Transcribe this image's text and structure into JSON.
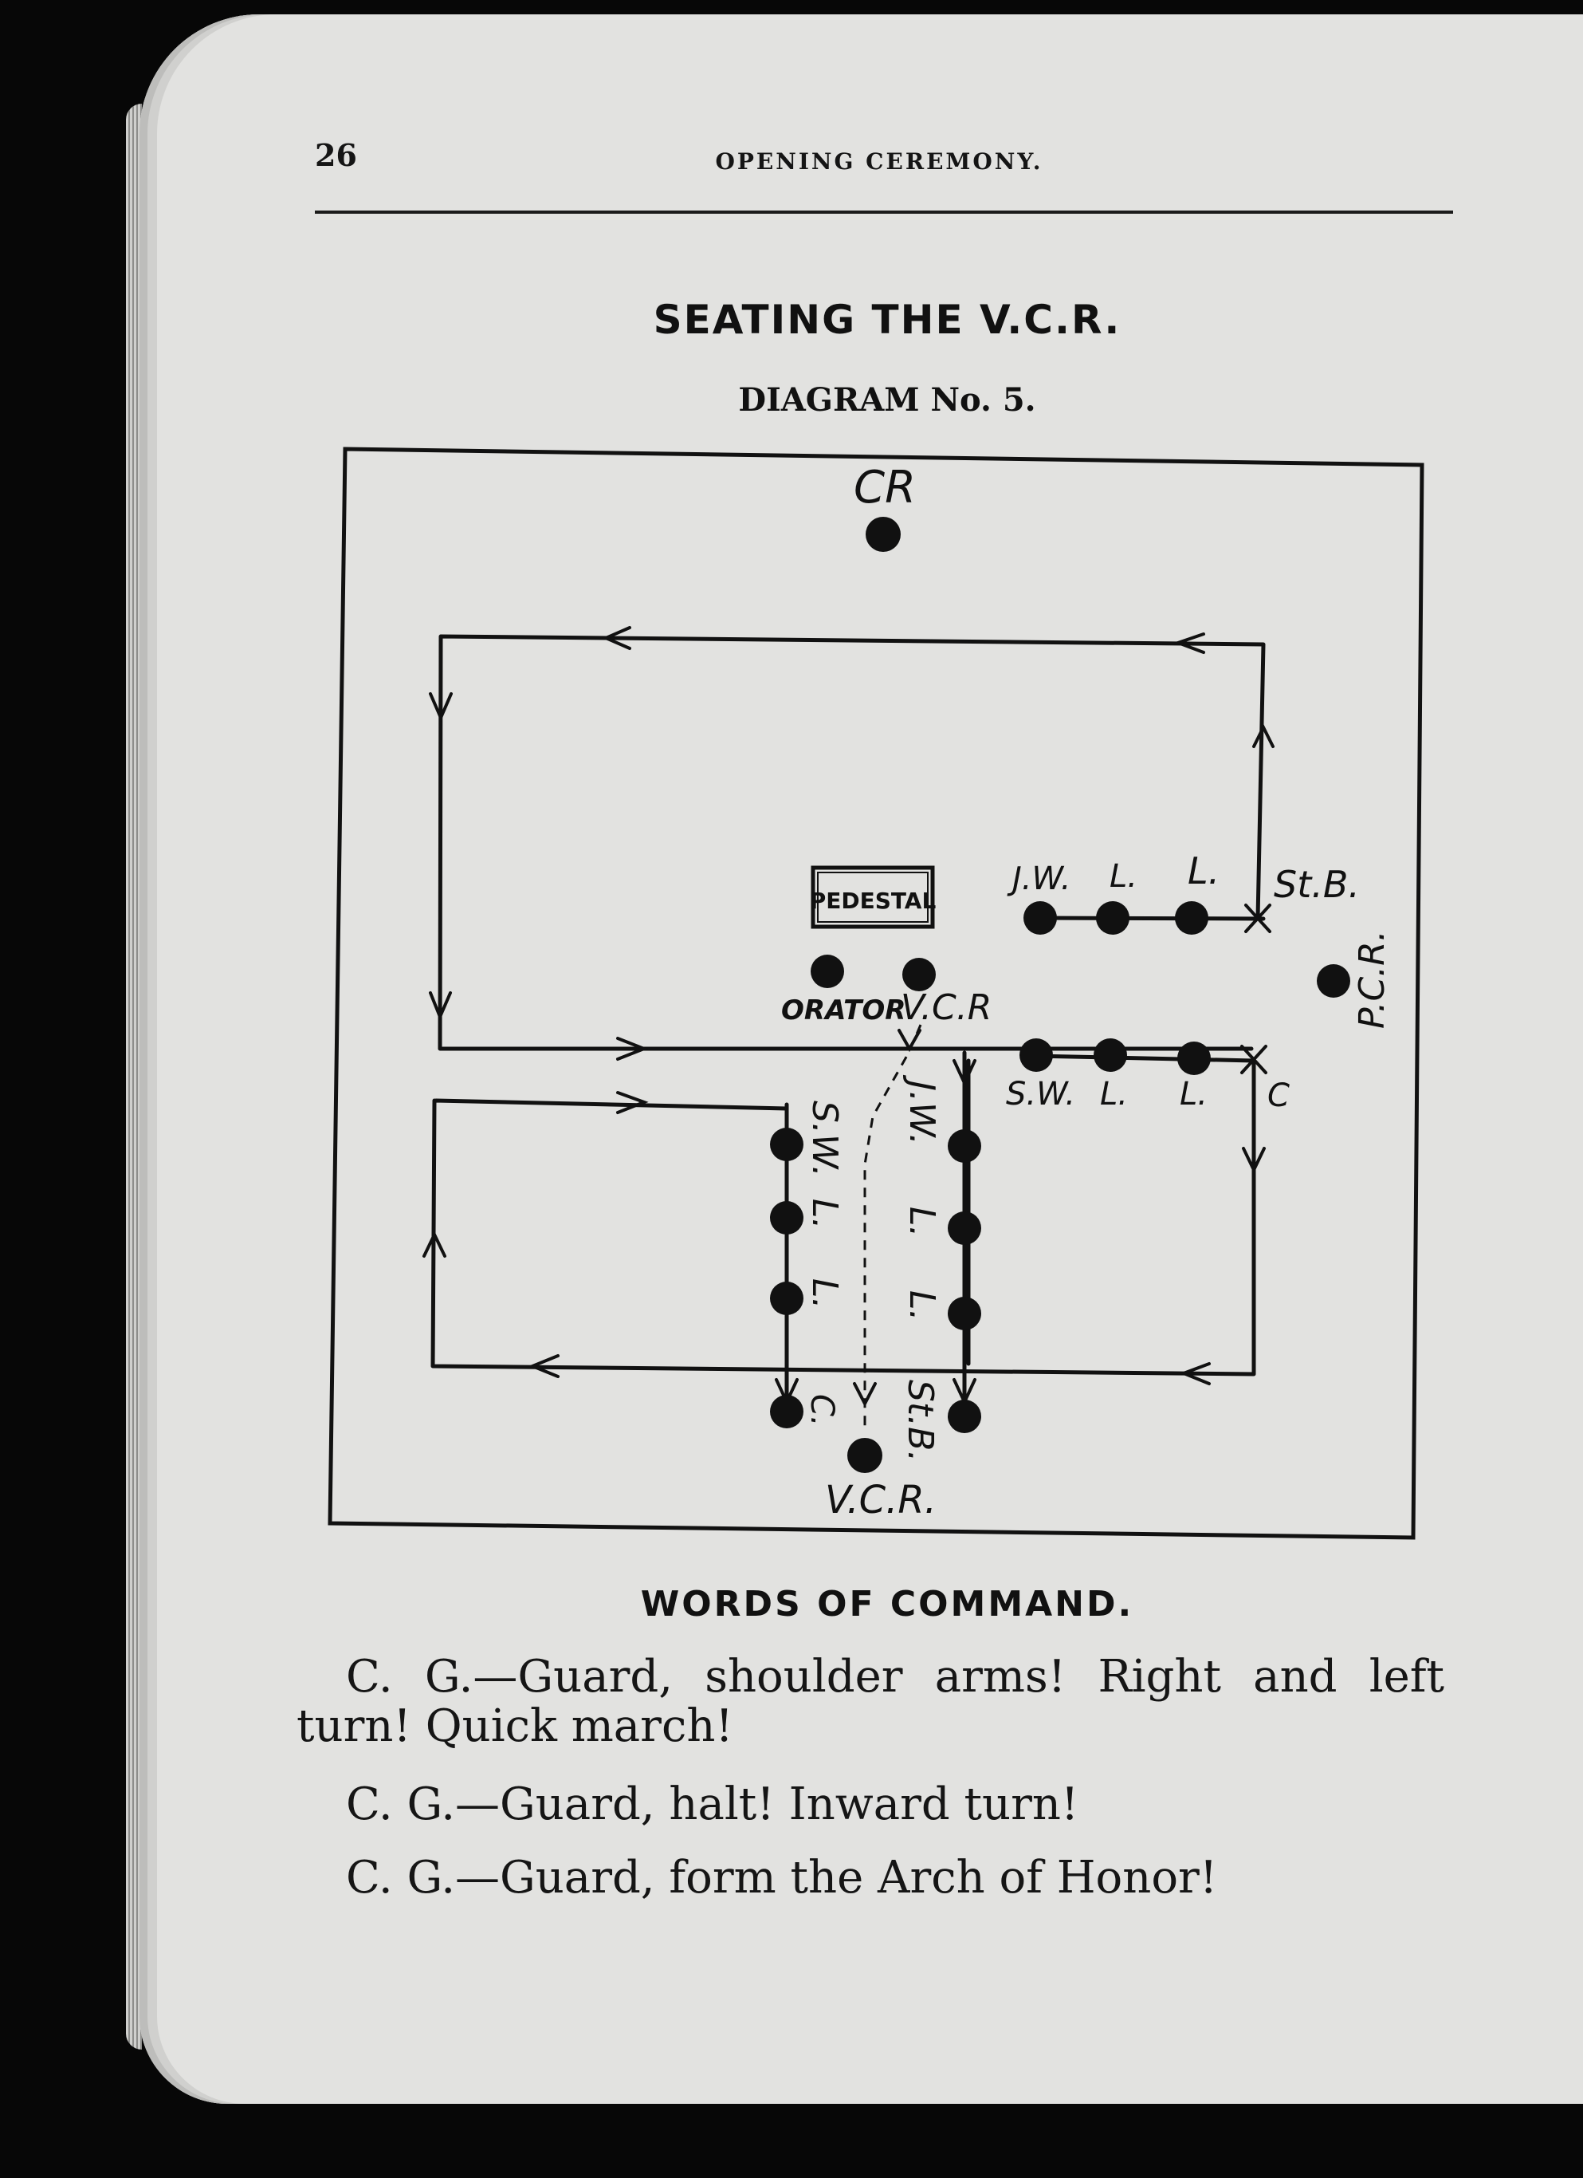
{
  "header": {
    "page_number": "26",
    "running_title": "OPENING CEREMONY."
  },
  "title": "SEATING THE V.C.R.",
  "subtitle": "DIAGRAM No. 5.",
  "diagram": {
    "labels": {
      "cr": "CR",
      "pedestal": "PEDESTAL",
      "orator": "ORATOR",
      "vcr_top": "V.C.R",
      "vcr_bottom": "V.C.R.",
      "pcr": "P.C.R.",
      "jw_top": "J.W.",
      "l_top_1": "L.",
      "l_top_2": "L.",
      "stb_top": "St.B.",
      "sw_mid": "S.W.",
      "l_mid_1": "L.",
      "l_mid_2": "L.",
      "c_mid": "C",
      "left_col_sw": "S.W.",
      "left_col_l1": "L.",
      "left_col_l2": "L.",
      "left_col_c": "C.",
      "right_col_jw": "J.W.",
      "right_col_l1": "L.",
      "right_col_l2": "L.",
      "right_col_stb": "St.B."
    }
  },
  "words_of_command": {
    "heading": "WORDS OF COMMAND.",
    "commands": [
      {
        "speaker": "C. G.",
        "text": "—Guard, shoulder arms! Right and left turn! Quick march!"
      },
      {
        "speaker": "C. G.",
        "text": "—Guard, halt! Inward turn!"
      },
      {
        "speaker": "C. G.",
        "text": "—Guard, form the Arch of Honor!"
      }
    ]
  }
}
